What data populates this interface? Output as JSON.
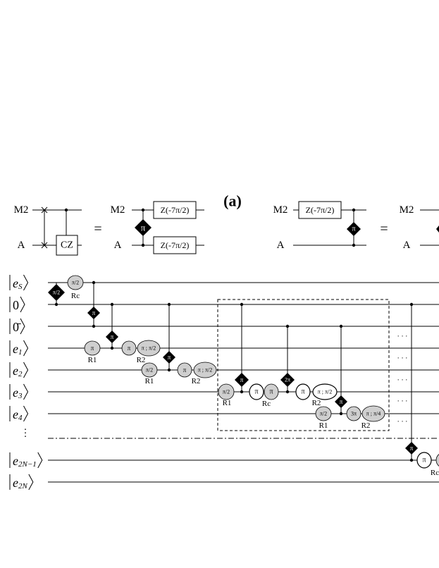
{
  "panel_label": "(a)",
  "top": {
    "labels": {
      "m2": "M2",
      "a": "A"
    },
    "equals": "=",
    "cz_gate": "CZ",
    "z_gate": "Z(-7π/2)",
    "pi": "π"
  },
  "wires": [
    {
      "ket": "e",
      "sub": "S"
    },
    {
      "ket": "0",
      "sub": ""
    },
    {
      "ket": "0̄",
      "sub": ""
    },
    {
      "ket": "e",
      "sub": "1"
    },
    {
      "ket": "e",
      "sub": "2"
    },
    {
      "ket": "e",
      "sub": "3"
    },
    {
      "ket": "e",
      "sub": "4"
    },
    {
      "ket": "e",
      "sub": "2N−1"
    },
    {
      "ket": "e",
      "sub": "2N"
    }
  ],
  "gate_text": {
    "pi": "π",
    "pi2": "π/2",
    "two_pi": "2π",
    "three_pi": "3π",
    "pi_pi2": "π ; π/2",
    "pi_pi4": "π ; π/4",
    "r1": "R1",
    "r2": "R2",
    "rc": "Rc"
  },
  "ellipsis": "· · ·",
  "vdots": "⋮"
}
